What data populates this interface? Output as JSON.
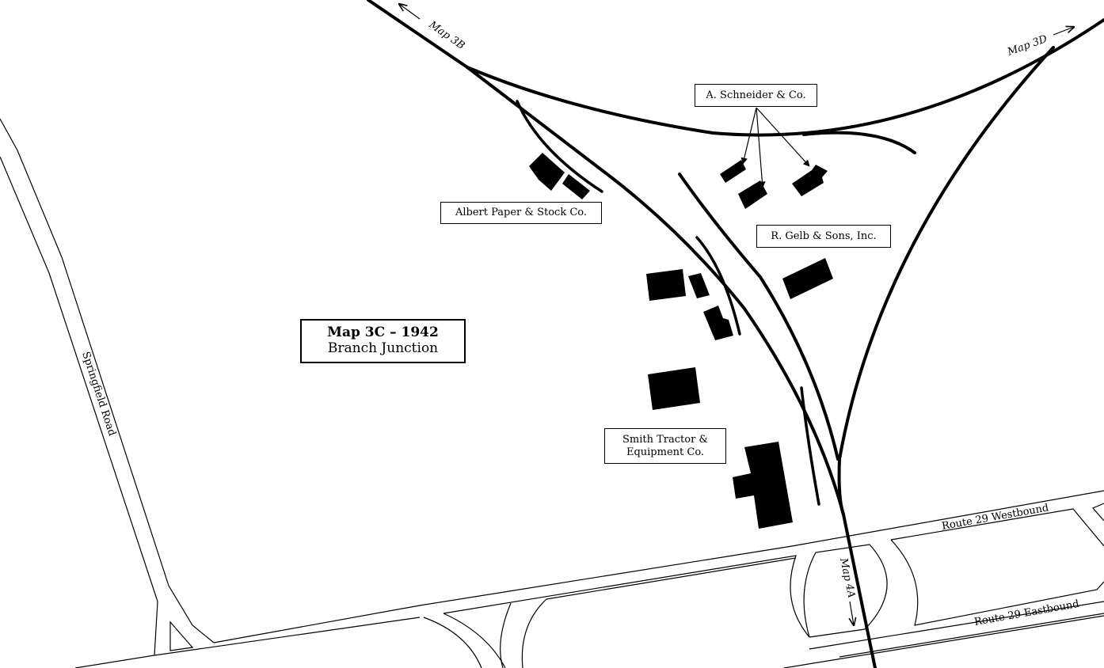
{
  "map_title": {
    "line1": "Map 3C – 1942",
    "line2": "Branch Junction"
  },
  "labels": {
    "albert_paper": "Albert Paper & Stock Co.",
    "schneider": "A. Schneider & Co.",
    "gelb": "R. Gelb & Sons, Inc.",
    "smith_line1": "Smith Tractor &",
    "smith_line2": "Equipment Co."
  },
  "roads": {
    "springfield": "Springfield Road",
    "route29_westbound": "Route 29 Westbound",
    "route29_eastbound": "Route 29 Eastbound"
  },
  "map_links": {
    "map3b": "Map 3B",
    "map3d": "Map 3D",
    "map4a": "Map 4A"
  }
}
